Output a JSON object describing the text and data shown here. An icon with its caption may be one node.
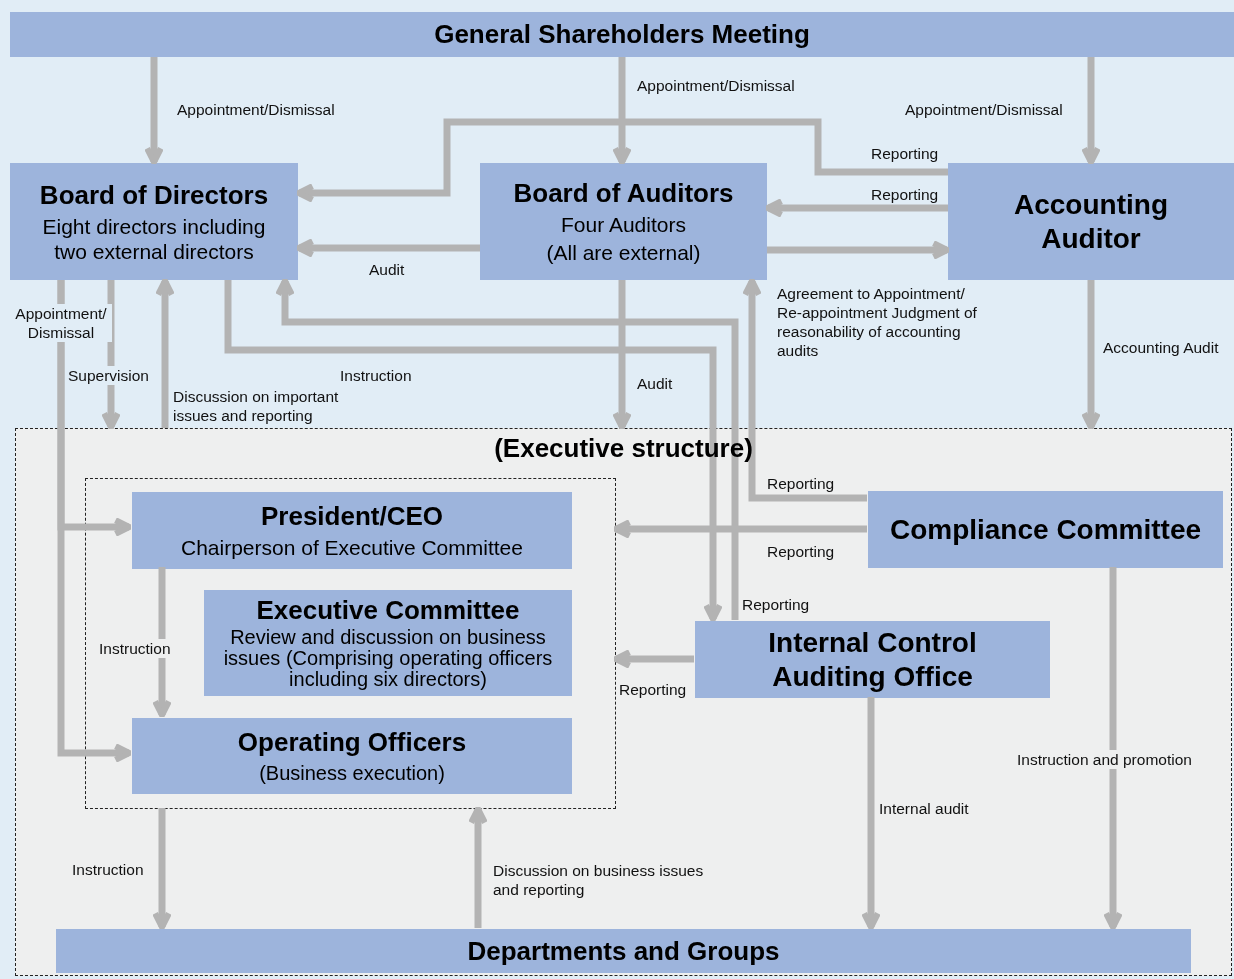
{
  "diagram": {
    "nodes": [
      {
        "text": [
          "General Shareholders Meeting"
        ]
      },
      {
        "text": [
          "Board of Directors",
          "Eight directors including two external directors"
        ]
      },
      {
        "text": [
          "Board of Auditors",
          "Four Auditors",
          "(All are external)"
        ]
      },
      {
        "text": [
          "Accounting Auditor"
        ]
      },
      {
        "text": [
          "(Executive structure)"
        ]
      },
      {
        "text": [],
        "shape": "box",
        "in": 4
      },
      {
        "text": [
          "President/CEO",
          "Chairperson of Executive Committee"
        ],
        "in": 5
      },
      {
        "text": [
          "Executive Committee",
          "Review and discussion on business issues (Comprising operating officers including six directors)"
        ],
        "in": 5
      },
      {
        "text": [
          "Operating Officers",
          "(Business execution)"
        ],
        "in": 5
      },
      {
        "text": [
          "Compliance Committee"
        ],
        "in": 4
      },
      {
        "text": [
          "Internal Control Auditing Office"
        ],
        "in": 4
      },
      {
        "text": [
          "Departments and Groups"
        ],
        "in": 4
      }
    ],
    "edges": [
      {
        "from": 0,
        "to": 1,
        "arrow": "to",
        "label": "Appointment/Dismissal"
      },
      {
        "from": 0,
        "to": 2,
        "arrow": "to",
        "label": "Appointment/Dismissal"
      },
      {
        "from": 0,
        "to": 3,
        "arrow": "to",
        "label": "Appointment/Dismissal"
      },
      {
        "from": 3,
        "to": 1,
        "arrow": "to",
        "label": "Reporting"
      },
      {
        "from": 3,
        "to": 2,
        "arrow": "to",
        "label": "Reporting"
      },
      {
        "from": 2,
        "to": 3,
        "arrow": "to"
      },
      {
        "from": 2,
        "to": 1,
        "arrow": "to",
        "label": "Audit"
      },
      {
        "from": 1,
        "to": 6,
        "arrow": "to",
        "label": "Appointment/ Dismissal"
      },
      {
        "from": 1,
        "to": 8,
        "arrow": "to"
      },
      {
        "from": 1,
        "to": 4,
        "arrow": "to",
        "label": "Supervision"
      },
      {
        "from": 4,
        "to": 1,
        "arrow": "to",
        "label": "Discussion on important issues and reporting"
      },
      {
        "from": 1,
        "to": 10,
        "arrow": "to",
        "label": "Instruction"
      },
      {
        "from": 10,
        "to": 1,
        "arrow": "to",
        "label": "Reporting"
      },
      {
        "from": 2,
        "to": 4,
        "arrow": "to",
        "label": "Audit"
      },
      {
        "from": 9,
        "to": 2,
        "arrow": "to",
        "label": "Reporting"
      },
      {
        "from": 3,
        "to": 4,
        "arrow": "to",
        "label": "Accounting Audit"
      },
      {
        "from": 9,
        "to": 5,
        "arrow": "to",
        "label": "Reporting"
      },
      {
        "from": 10,
        "to": 5,
        "arrow": "to",
        "label": "Reporting"
      },
      {
        "from": 6,
        "to": 8,
        "arrow": "to",
        "label": "Instruction"
      },
      {
        "from": 5,
        "to": 11,
        "arrow": "to",
        "label": "Instruction"
      },
      {
        "from": 11,
        "to": 5,
        "arrow": "to",
        "label": "Discussion on business issues and reporting"
      },
      {
        "from": 10,
        "to": 11,
        "arrow": "to",
        "label": "Internal audit"
      },
      {
        "from": 9,
        "to": 11,
        "arrow": "to",
        "label": "Instruction and promotion"
      }
    ],
    "labels": [
      "Agreement to Appointment/ Re-appointment Judgment of reasonability of accounting audits"
    ]
  }
}
